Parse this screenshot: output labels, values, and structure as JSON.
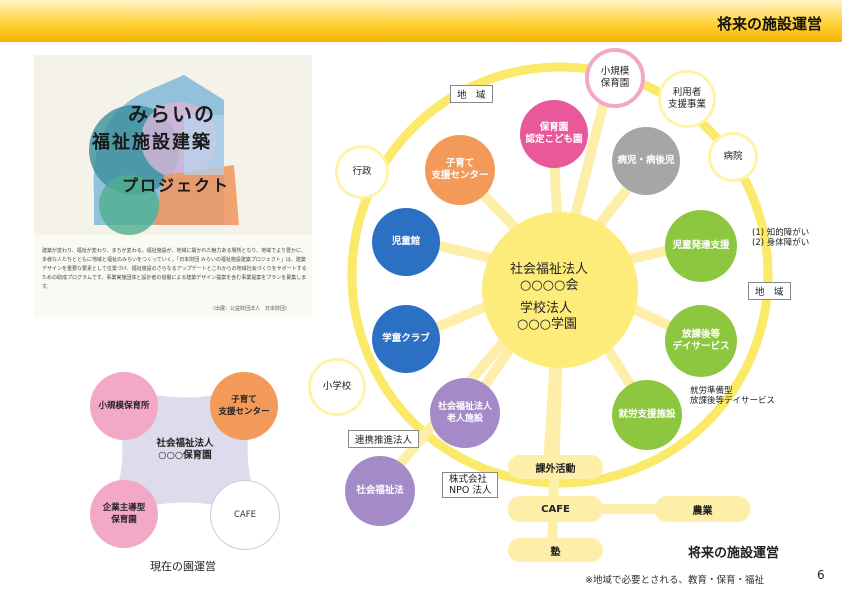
{
  "header": {
    "title": "将来の施設運営"
  },
  "poster": {
    "title_line1": "みらいの",
    "title_line2": "福祉施設建築",
    "title_line3": "プロジェクト",
    "body_text": "建築が変わり、福祉が変わり、まちが変わる。福祉施設が、地域に開かれた魅力ある場所となり、地域でより豊かに、多様な人たちとともに地域と福祉のみらいをつくっていく。「日本財団 みらいの福祉施設建築プロジェクト」は、建築デザインを重要な要素として位置づけ、福祉施設のさらなるアップデートとこれからの地域社会づくりをサポートするための助成プログラムです。事業実施団体と設計者の協働による建築デザイン提案を含む事業提案をプランを募集します。",
    "source": "（出展：公益財団法人　日本財団）"
  },
  "current": {
    "caption": "現在の園運営",
    "center": "社会福祉法人\n○○○保育園",
    "nodes": {
      "small_nursery": "小規模保育所",
      "childcare_center": "子育て\n支援センター",
      "corporate_nursery": "企業主導型\n保育園",
      "cafe": "CAFE"
    }
  },
  "future": {
    "center_line1": "社会福祉法人",
    "center_line2": "○○○○会",
    "center_line3": "学校法人",
    "center_line4": "○○○学園",
    "nodes": {
      "small_scale_nursery": "小規模\n保育園",
      "nursery_kodomoen": "保育園\n認定こども園",
      "sick_child": "病児・病後児",
      "childcare_support": "子育て\n支援センター",
      "jidokan": "児童館",
      "gakudo": "学童クラブ",
      "elderly": "社会福祉法人\n老人施設",
      "social_welfare": "社会福祉法",
      "child_dev": "児童発達支援",
      "after_school": "放課後等\nデイサービス",
      "employment": "就労支援施設"
    },
    "outer": {
      "user_support": "利用者\n支援事業",
      "hospital": "病院",
      "government": "行政",
      "elementary": "小学校"
    },
    "labels": {
      "region_top": "地　域",
      "region_right": "地　域",
      "partner": "連携推進法人",
      "company": "株式会社\nNPO 法人"
    },
    "notes": {
      "disabilities": "(1) 知的障がい\n(2) 身体障がい",
      "employment_note": "就労準備型\n放課後等デイサービス"
    },
    "pills": {
      "extracurricular": "課外活動",
      "cafe": "CAFE",
      "agriculture": "農業",
      "juku": "塾"
    },
    "caption": "将来の施設運営",
    "footnote": "※地域で必要とされる、教育・保育・福祉",
    "page_number": "6"
  },
  "colors": {
    "yellow_ring": "#fbe96a",
    "pink": "#e8589a",
    "orange": "#f39a5a",
    "gray": "#a6a6a6",
    "blue": "#2c70c4",
    "purple": "#a58ac8",
    "green": "#8dc63f",
    "light_pink": "#f4a8c8"
  }
}
